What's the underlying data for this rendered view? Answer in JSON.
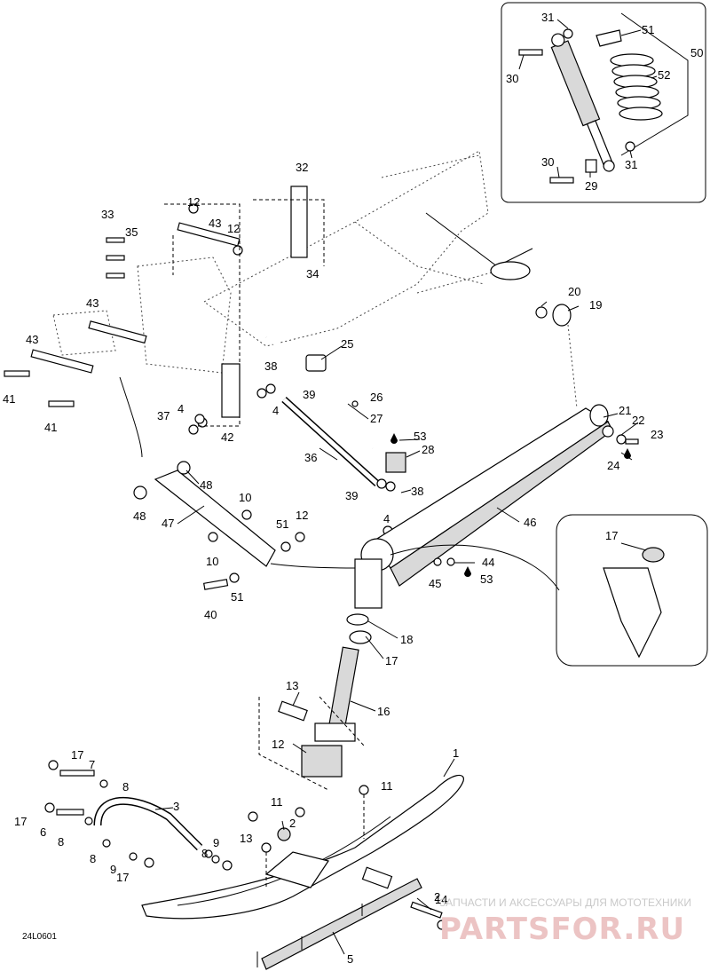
{
  "diagram": {
    "code": "24L0601",
    "watermark_line1": "ЗАПЧАСТИ И АКСЕССУАРЫ ДЛЯ МОТОТЕХНИКИ",
    "watermark_line2": "PARTSFOR.RU",
    "callouts": [
      {
        "id": "c1",
        "label": "1"
      },
      {
        "id": "c2a",
        "label": "2"
      },
      {
        "id": "c2b",
        "label": "2"
      },
      {
        "id": "c3",
        "label": "3"
      },
      {
        "id": "c4a",
        "label": "4"
      },
      {
        "id": "c4b",
        "label": "4"
      },
      {
        "id": "c4c",
        "label": "4"
      },
      {
        "id": "c5",
        "label": "5"
      },
      {
        "id": "c6",
        "label": "6"
      },
      {
        "id": "c7",
        "label": "7"
      },
      {
        "id": "c8a",
        "label": "8"
      },
      {
        "id": "c8b",
        "label": "8"
      },
      {
        "id": "c8c",
        "label": "8"
      },
      {
        "id": "c8d",
        "label": "8"
      },
      {
        "id": "c9a",
        "label": "9"
      },
      {
        "id": "c9b",
        "label": "9"
      },
      {
        "id": "c10a",
        "label": "10"
      },
      {
        "id": "c10b",
        "label": "10"
      },
      {
        "id": "c11a",
        "label": "11"
      },
      {
        "id": "c11b",
        "label": "11"
      },
      {
        "id": "c12a",
        "label": "12"
      },
      {
        "id": "c12b",
        "label": "12"
      },
      {
        "id": "c12c",
        "label": "12"
      },
      {
        "id": "c12d",
        "label": "12"
      },
      {
        "id": "c13a",
        "label": "13"
      },
      {
        "id": "c13b",
        "label": "13"
      },
      {
        "id": "c14",
        "label": "14"
      },
      {
        "id": "c16",
        "label": "16"
      },
      {
        "id": "c17a",
        "label": "17"
      },
      {
        "id": "c17b",
        "label": "17"
      },
      {
        "id": "c17c",
        "label": "17"
      },
      {
        "id": "c17d",
        "label": "17"
      },
      {
        "id": "c17e",
        "label": "17"
      },
      {
        "id": "c18",
        "label": "18"
      },
      {
        "id": "c19",
        "label": "19"
      },
      {
        "id": "c20",
        "label": "20"
      },
      {
        "id": "c21",
        "label": "21"
      },
      {
        "id": "c22",
        "label": "22"
      },
      {
        "id": "c23",
        "label": "23"
      },
      {
        "id": "c24",
        "label": "24"
      },
      {
        "id": "c25",
        "label": "25"
      },
      {
        "id": "c26",
        "label": "26"
      },
      {
        "id": "c27",
        "label": "27"
      },
      {
        "id": "c28",
        "label": "28"
      },
      {
        "id": "c29",
        "label": "29"
      },
      {
        "id": "c30a",
        "label": "30"
      },
      {
        "id": "c30b",
        "label": "30"
      },
      {
        "id": "c31a",
        "label": "31"
      },
      {
        "id": "c31b",
        "label": "31"
      },
      {
        "id": "c32",
        "label": "32"
      },
      {
        "id": "c33",
        "label": "33"
      },
      {
        "id": "c34",
        "label": "34"
      },
      {
        "id": "c35",
        "label": "35"
      },
      {
        "id": "c36",
        "label": "36"
      },
      {
        "id": "c37",
        "label": "37"
      },
      {
        "id": "c38a",
        "label": "38"
      },
      {
        "id": "c38b",
        "label": "38"
      },
      {
        "id": "c39a",
        "label": "39"
      },
      {
        "id": "c39b",
        "label": "39"
      },
      {
        "id": "c40",
        "label": "40"
      },
      {
        "id": "c41a",
        "label": "41"
      },
      {
        "id": "c41b",
        "label": "41"
      },
      {
        "id": "c42",
        "label": "42"
      },
      {
        "id": "c43a",
        "label": "43"
      },
      {
        "id": "c43b",
        "label": "43"
      },
      {
        "id": "c43c",
        "label": "43"
      },
      {
        "id": "c44",
        "label": "44"
      },
      {
        "id": "c45",
        "label": "45"
      },
      {
        "id": "c46",
        "label": "46"
      },
      {
        "id": "c47",
        "label": "47"
      },
      {
        "id": "c48a",
        "label": "48"
      },
      {
        "id": "c48b",
        "label": "48"
      },
      {
        "id": "c50",
        "label": "50"
      },
      {
        "id": "c51a",
        "label": "51"
      },
      {
        "id": "c51b",
        "label": "51"
      },
      {
        "id": "c51c",
        "label": "51"
      },
      {
        "id": "c52",
        "label": "52"
      },
      {
        "id": "c53a",
        "label": "53"
      },
      {
        "id": "c53b",
        "label": "53"
      }
    ]
  }
}
